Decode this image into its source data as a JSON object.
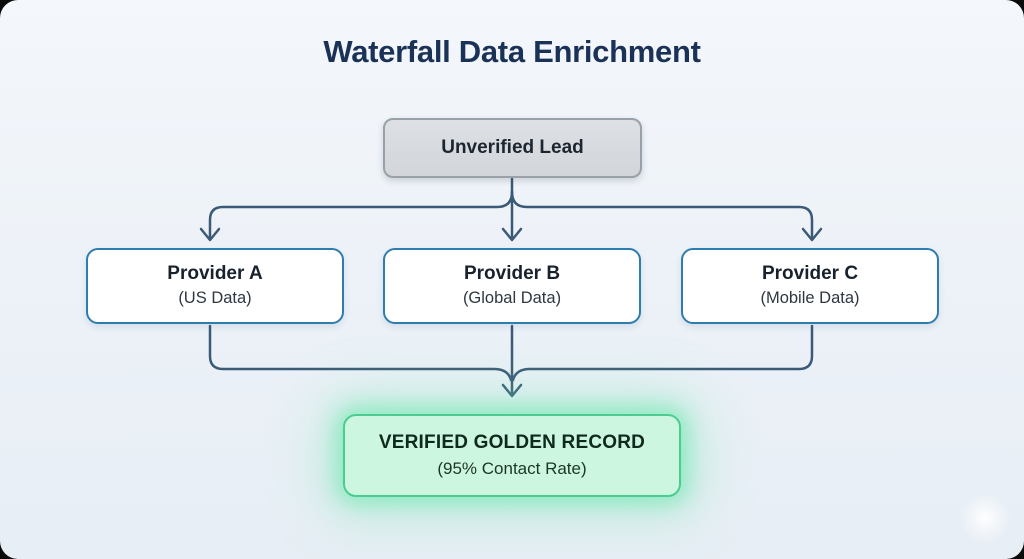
{
  "title": "Waterfall Data Enrichment",
  "nodes": {
    "source": {
      "label": "Unverified Lead"
    },
    "providers": [
      {
        "label": "Provider A",
        "sublabel": "(US Data)"
      },
      {
        "label": "Provider B",
        "sublabel": "(Global Data)"
      },
      {
        "label": "Provider C",
        "sublabel": "(Mobile Data)"
      }
    ],
    "result": {
      "label": "VERIFIED GOLDEN RECORD",
      "sublabel": "(95% Contact Rate)"
    }
  },
  "colors": {
    "page_background": "#edf2f8",
    "title_text": "#1b3257",
    "source_fill": "#d6dade",
    "source_border": "#98a0a8",
    "provider_fill": "#ffffff",
    "provider_border": "#2f7cae",
    "arrow_stroke": "#3b5a77",
    "result_fill": "#cdf6e0",
    "result_border": "#4bcd92",
    "result_glow": "#7fe8b6"
  }
}
